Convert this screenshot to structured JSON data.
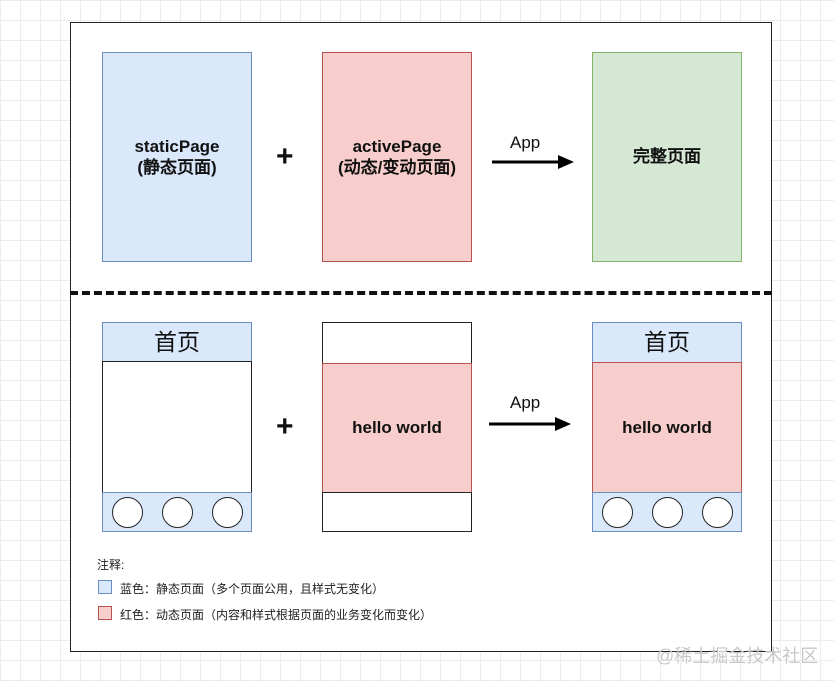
{
  "colors": {
    "blue_fill": "#dae8fc",
    "blue_border": "#6c8ebf",
    "red_fill": "#f8cecc",
    "red_border": "#b85450",
    "green_fill": "#d5e8d4",
    "green_border": "#82b366"
  },
  "top_row": {
    "static_page": {
      "line1": "staticPage",
      "line2": "(静态页面)"
    },
    "plus": "+",
    "active_page": {
      "line1": "activePage",
      "line2": "(动态/变动页面)"
    },
    "arrow_label": "App",
    "full_page": "完整页面"
  },
  "bottom_row": {
    "static_header": "首页",
    "plus": "+",
    "active_content": "hello world",
    "arrow_label": "App",
    "result_header": "首页",
    "result_content": "hello world"
  },
  "legend": {
    "title": "注释:",
    "items": [
      {
        "color": "blue",
        "text": "蓝色：静态页面（多个页面公用，且样式无变化）"
      },
      {
        "color": "red",
        "text": "红色：动态页面（内容和样式根据页面的业务变化而变化）"
      }
    ]
  },
  "watermark": "@稀土掘金技术社区"
}
